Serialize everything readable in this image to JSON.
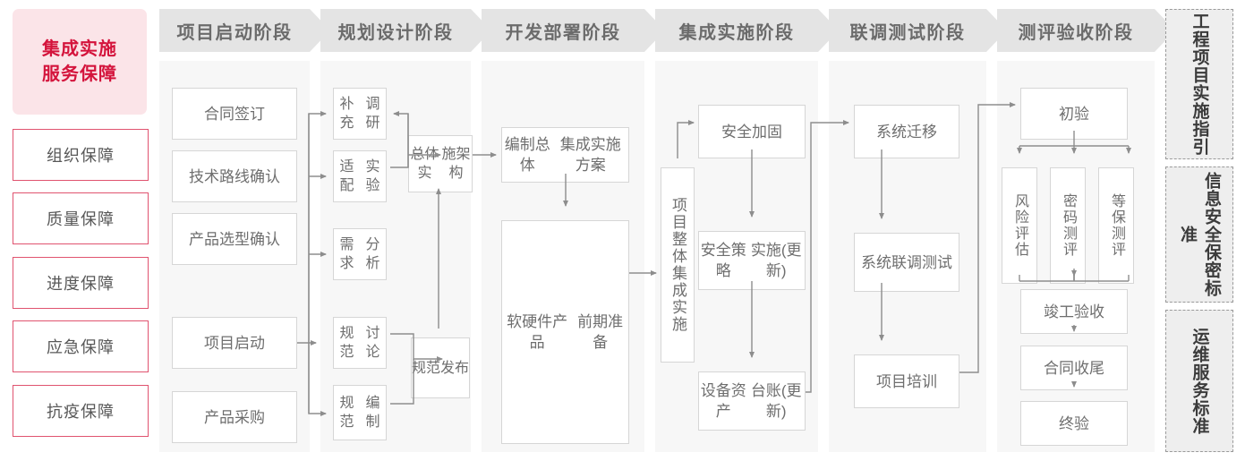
{
  "brand": {
    "line1": "集成实施",
    "line2": "服务保障"
  },
  "guarantees": [
    {
      "label": "组织保障"
    },
    {
      "label": "质量保障"
    },
    {
      "label": "进度保障"
    },
    {
      "label": "应急保障"
    },
    {
      "label": "抗疫保障"
    }
  ],
  "phases": [
    {
      "title": "项目启动阶段",
      "nodes": [
        {
          "label": "合同签订"
        },
        {
          "label": "技术路线确认"
        },
        {
          "label": "产品选型确认"
        },
        {
          "label": "项目启动"
        },
        {
          "label": "产品采购"
        }
      ]
    },
    {
      "title": "规划设计阶段",
      "nodes": [
        {
          "label": "补充\n调研"
        },
        {
          "label": "适配\n实验"
        },
        {
          "label": "需求\n分析"
        },
        {
          "label": "规范\n讨论"
        },
        {
          "label": "规范\n编制"
        },
        {
          "label": "总体实\n施架构"
        },
        {
          "label": "规范\n发布"
        }
      ]
    },
    {
      "title": "开发部署阶段",
      "nodes": [
        {
          "label": "编制总体\n集成实施方案"
        },
        {
          "label": "软硬件产品\n前期准备"
        }
      ]
    },
    {
      "title": "集成实施阶段",
      "nodes": [
        {
          "label": "项目整体集成实施"
        },
        {
          "label": "安全加固"
        },
        {
          "label": "安全策略\n实施(更新)"
        },
        {
          "label": "设备资产\n台账(更新)"
        }
      ]
    },
    {
      "title": "联调测试阶段",
      "nodes": [
        {
          "label": "系统迁移"
        },
        {
          "label": "系统联调\n测试"
        },
        {
          "label": "项目培训"
        }
      ]
    },
    {
      "title": "测评验收阶段",
      "nodes": [
        {
          "label": "初验"
        },
        {
          "label": "风险评估"
        },
        {
          "label": "密码测评"
        },
        {
          "label": "等保测评"
        },
        {
          "label": "竣工验收"
        },
        {
          "label": "合同收尾"
        },
        {
          "label": "终验"
        }
      ]
    }
  ],
  "standards": [
    {
      "label": "工程项目实施指引"
    },
    {
      "label": "信息安全保密标准"
    },
    {
      "label": "运维服务标准"
    }
  ],
  "colors": {
    "brand_text": "#d4143c",
    "brand_bg": "#fbe4e8",
    "guarantee_border": "#e0536f",
    "phase_header_bg": "#e4e4e4",
    "phase_header_text": "#6b6b6b",
    "phase_body_bg": "#f7f7f7",
    "node_border": "#d6d6d6",
    "node_text": "#6e6e6e",
    "wire": "#8d8d8d",
    "standard_bg": "#eeeeee",
    "standard_border": "#9a9a9a"
  }
}
